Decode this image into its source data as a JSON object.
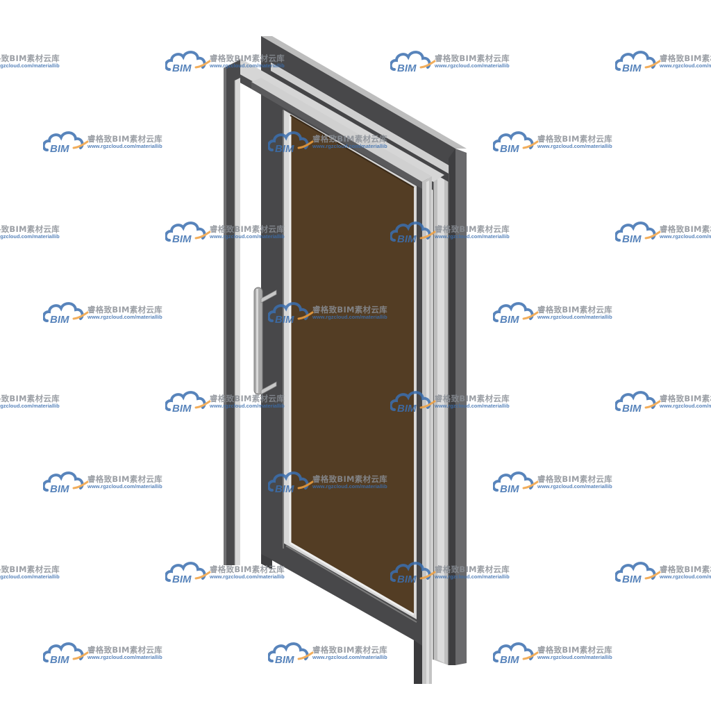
{
  "scene": {
    "subject": "door",
    "colors": {
      "frame_dark": "#4a4a4c",
      "frame_light": "#c9c9c9",
      "frame_mid": "#9e9e9e",
      "glass": "#533d24",
      "handle": "#a8a8a8",
      "background": "#ffffff"
    }
  },
  "watermark": {
    "logo_text": "BIM",
    "title": "睿格致BIM素材云库",
    "url": "www.rgzcloud.com/materiallib",
    "logo_blue": "#3b6fb0",
    "logo_orange": "#f0a040",
    "text_gray": "#8a8f96"
  }
}
